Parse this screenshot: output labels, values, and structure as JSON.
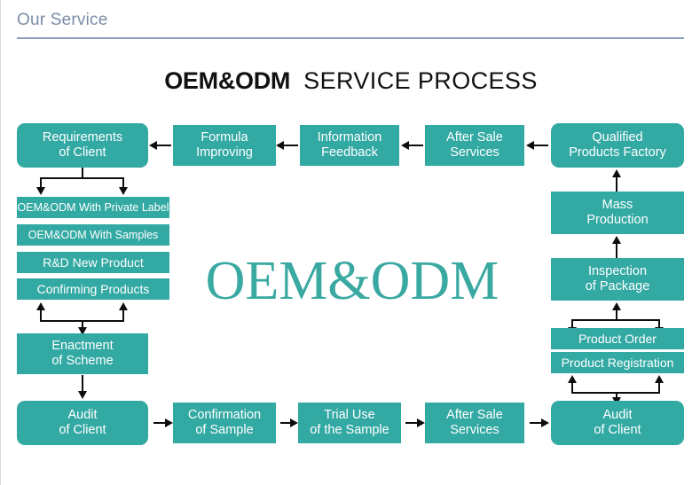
{
  "header": {
    "section_title": "Our Service"
  },
  "title": {
    "strong": "OEM&ODM",
    "light": "SERVICE PROCESS"
  },
  "center_logo": "OEM&ODM",
  "colors": {
    "box_fill": "#33a9a3",
    "box_text": "#ffffff",
    "logo_teal": "#3aa9a2",
    "header_text": "#7c8ca6",
    "header_rule": "#8fa2bd",
    "connector": "#0d0d0d",
    "page_background": "#ffffff"
  },
  "flow": {
    "top_row": [
      {
        "id": "requirements-of-client",
        "line1": "Requirements",
        "line2": "of Client",
        "rounded": true
      },
      {
        "id": "formula-improving",
        "line1": "Formula",
        "line2": "Improving",
        "rounded": false
      },
      {
        "id": "information-feedback",
        "line1": "Information",
        "line2": "Feedback",
        "rounded": false
      },
      {
        "id": "after-sale-services-top",
        "line1": "After Sale",
        "line2": "Services",
        "rounded": false
      },
      {
        "id": "qualified-products-factory",
        "line1": "Qualified",
        "line2": "Products Factory",
        "rounded": true
      }
    ],
    "left_stack": [
      {
        "id": "oem-odm-private-label",
        "label": "OEM&ODM With Private Label"
      },
      {
        "id": "oem-odm-with-samples",
        "label": "OEM&ODM With Samples"
      },
      {
        "id": "rd-new-product",
        "label": "R&D New Product"
      },
      {
        "id": "confirming-products",
        "label": "Confirming Products"
      }
    ],
    "left_lower": [
      {
        "id": "enactment-of-scheme",
        "line1": "Enactment",
        "line2": "of Scheme",
        "rounded": false
      }
    ],
    "right_column": [
      {
        "id": "mass-production",
        "line1": "Mass",
        "line2": "Production",
        "rounded": false
      },
      {
        "id": "inspection-of-package",
        "line1": "Inspection",
        "line2": "of Package",
        "rounded": false
      }
    ],
    "right_stack": [
      {
        "id": "product-order",
        "label": "Product Order"
      },
      {
        "id": "product-registration",
        "label": "Product Registration"
      }
    ],
    "bottom_row": [
      {
        "id": "audit-of-client-left",
        "line1": "Audit",
        "line2": "of Client",
        "rounded": true
      },
      {
        "id": "confirmation-of-sample",
        "line1": "Confirmation",
        "line2": "of Sample",
        "rounded": false
      },
      {
        "id": "trial-use-of-the-sample",
        "line1": "Trial Use",
        "line2": "of the Sample",
        "rounded": false
      },
      {
        "id": "after-sale-services-bottom",
        "line1": "After Sale",
        "line2": "Services",
        "rounded": false
      },
      {
        "id": "audit-of-client-right",
        "line1": "Audit",
        "line2": "of Client",
        "rounded": true
      }
    ]
  }
}
